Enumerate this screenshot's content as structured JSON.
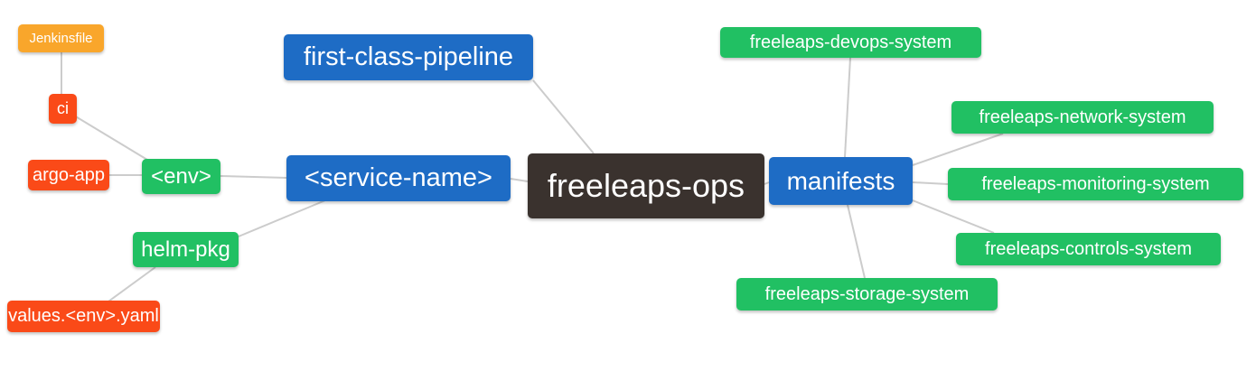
{
  "diagram": {
    "type": "mindmap",
    "root": "freeleaps-ops"
  },
  "colors": {
    "branch_blue": "#1e6cc5",
    "leaf_green": "#21c063",
    "file_orange": "#fa4a18",
    "jenkins_amber": "#f9a62b",
    "root_dark": "#3a322e",
    "edge_gray": "#cccccc",
    "node_text": "#ffffff",
    "background": "#ffffff"
  },
  "nodes": {
    "freeleaps_ops": {
      "label": "freeleaps-ops",
      "color": "root_dark"
    },
    "first_class_pipeline": {
      "label": "first-class-pipeline",
      "color": "branch_blue"
    },
    "service_name": {
      "label": "<service-name>",
      "color": "branch_blue"
    },
    "manifests": {
      "label": "manifests",
      "color": "branch_blue"
    },
    "env": {
      "label": "<env>",
      "color": "leaf_green"
    },
    "helm_pkg": {
      "label": "helm-pkg",
      "color": "leaf_green"
    },
    "ci": {
      "label": "ci",
      "color": "file_orange"
    },
    "argo_app": {
      "label": "argo-app",
      "color": "file_orange"
    },
    "jenkinsfile": {
      "label": "Jenkinsfile",
      "color": "jenkins_amber"
    },
    "values_env_yaml": {
      "label": "values.<env>.yaml",
      "color": "file_orange"
    },
    "devops_system": {
      "label": "freeleaps-devops-system",
      "color": "leaf_green"
    },
    "network_system": {
      "label": "freeleaps-network-system",
      "color": "leaf_green"
    },
    "monitoring_system": {
      "label": "freeleaps-monitoring-system",
      "color": "leaf_green"
    },
    "controls_system": {
      "label": "freeleaps-controls-system",
      "color": "leaf_green"
    },
    "storage_system": {
      "label": "freeleaps-storage-system",
      "color": "leaf_green"
    }
  },
  "edges": [
    [
      "jenkinsfile",
      "ci"
    ],
    [
      "ci",
      "env"
    ],
    [
      "argo_app",
      "env"
    ],
    [
      "env",
      "service_name"
    ],
    [
      "helm_pkg",
      "service_name"
    ],
    [
      "values_env_yaml",
      "helm_pkg"
    ],
    [
      "first_class_pipeline",
      "freeleaps_ops"
    ],
    [
      "service_name",
      "freeleaps_ops"
    ],
    [
      "freeleaps_ops",
      "manifests"
    ],
    [
      "manifests",
      "devops_system"
    ],
    [
      "manifests",
      "network_system"
    ],
    [
      "manifests",
      "monitoring_system"
    ],
    [
      "manifests",
      "controls_system"
    ],
    [
      "manifests",
      "storage_system"
    ]
  ]
}
